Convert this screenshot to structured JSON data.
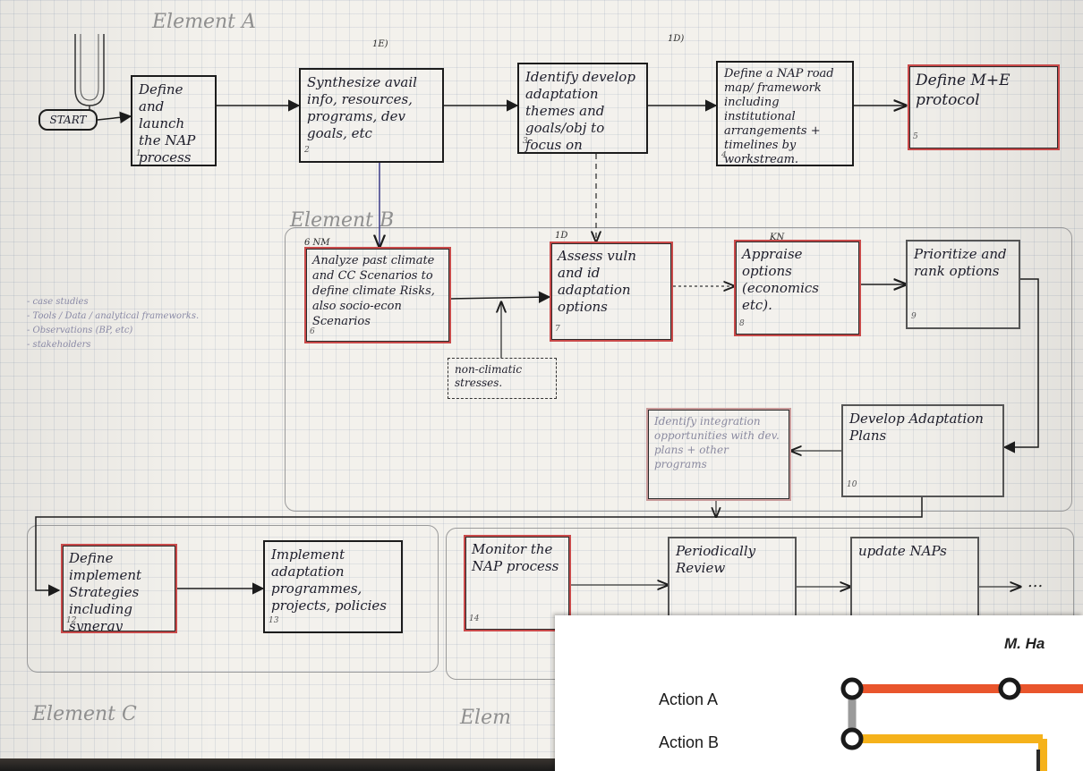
{
  "regions": [
    {
      "id": "element-a",
      "label": "Element A"
    },
    {
      "id": "element-b",
      "label": "Element B"
    },
    {
      "id": "element-c",
      "label": "Element C"
    },
    {
      "id": "element-d",
      "label": "Elem"
    }
  ],
  "start": {
    "label": "START"
  },
  "boxes": [
    {
      "id": "b1",
      "text": "Define and launch the NAP process",
      "num": "1"
    },
    {
      "id": "b2",
      "text": "Synthesize avail info, resources, programs, dev goals, etc",
      "num": "2"
    },
    {
      "id": "b3",
      "text": "Identify develop adaptation themes and goals/obj to focus on",
      "num": "3"
    },
    {
      "id": "b4",
      "text": "Define a NAP road map/ framework including institutional arrangements + timelines by workstream.",
      "num": "4"
    },
    {
      "id": "b5",
      "text": "Define M+E protocol",
      "num": "5"
    },
    {
      "id": "b6",
      "text": "Analyze past climate and CC Scenarios to define climate Risks, also socio-econ Scenarios",
      "num": "6"
    },
    {
      "id": "b7",
      "text": "Assess vuln and id adaptation options",
      "num": "7"
    },
    {
      "id": "b8",
      "text": "Appraise options (economics etc).",
      "num": "8"
    },
    {
      "id": "b9",
      "text": "Prioritize and rank options",
      "num": "9"
    },
    {
      "id": "b10",
      "text": "Develop Adaptation Plans",
      "num": "10"
    },
    {
      "id": "b11",
      "text": "Identify integration opportunities with dev. plans + other programs",
      "num": ""
    },
    {
      "id": "b12",
      "text": "Define implement Strategies including synergy",
      "num": "12"
    },
    {
      "id": "b13",
      "text": "Implement adaptation programmes, projects, policies",
      "num": "13"
    },
    {
      "id": "b14",
      "text": "Monitor the NAP process",
      "num": "14"
    },
    {
      "id": "b15",
      "text": "Periodically Review",
      "num": ""
    },
    {
      "id": "b16",
      "text": "update NAPs",
      "num": ""
    },
    {
      "id": "stress",
      "text": "non-climatic stresses.",
      "num": ""
    }
  ],
  "tags": {
    "t_1e": "1E)",
    "t_1d": "1D)",
    "t_6": "6 NM",
    "t_7": "1D",
    "t_8": "KN"
  },
  "side_notes": [
    "- case studies",
    "- Tools / Data / analytical frameworks.",
    "- Observations (BP, etc)",
    "- stakeholders"
  ],
  "trailing_dots": "...",
  "inset": {
    "header": "M. Ha",
    "rows": [
      "Action A",
      "Action B"
    ],
    "colors": {
      "red": "#e9552c",
      "orange": "#f5b21b",
      "gray": "#9a9a9a",
      "dark": "#2a2a2a"
    }
  }
}
